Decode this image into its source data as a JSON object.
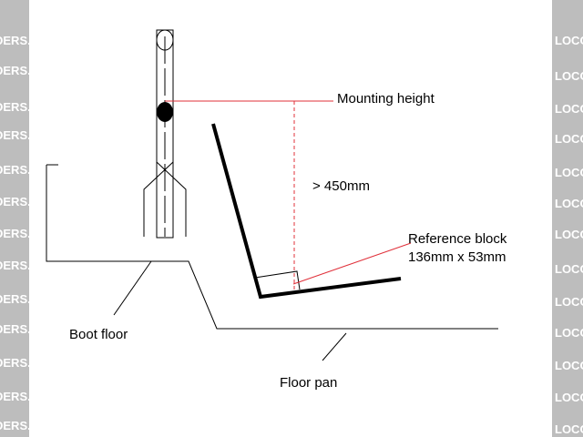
{
  "watermark": {
    "left_text": "DERS.CO",
    "right_text": "LOCOST",
    "tile_color": "#bdbdbd",
    "text_color": "#ffffff"
  },
  "labels": {
    "mounting_height": "Mounting height",
    "measurement": "> 450mm",
    "reference_block_line1": "Reference block",
    "reference_block_line2": "136mm x 53mm",
    "boot_floor": "Boot floor",
    "floor_pan": "Floor pan"
  },
  "colors": {
    "line": "#000000",
    "annotation": "#e0303a"
  }
}
